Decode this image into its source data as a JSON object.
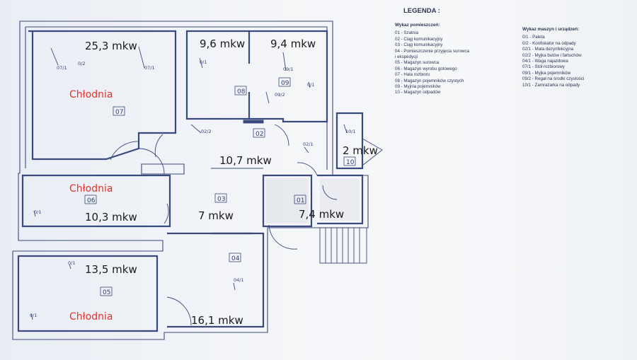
{
  "rooms": [
    {
      "id": "07",
      "area": "25,3 mkw",
      "label": "Chłodnia"
    },
    {
      "id": "08",
      "area": "9,6 mkw"
    },
    {
      "id": "09",
      "area": "9,4 mkw"
    },
    {
      "id": "02",
      "area": "10,7 mkw"
    },
    {
      "id": "10",
      "area": "2 mkw"
    },
    {
      "id": "06",
      "area": "10,3 mkw",
      "label": "Chłodnia"
    },
    {
      "id": "03",
      "area": "7 mkw"
    },
    {
      "id": "01",
      "area": "7,4 mkw"
    },
    {
      "id": "05",
      "area": "13,5 mkw",
      "label": "Chłodnia"
    },
    {
      "id": "04",
      "area": "16,1 mkw"
    }
  ],
  "equipment_tags": [
    "07/1",
    "0/2",
    "07/1",
    "0/1",
    "09/1",
    "09/2",
    "0/1",
    "02/2",
    "02/1",
    "10/1",
    "0/1",
    "0/1",
    "0/1",
    "04/1"
  ],
  "legend": {
    "title": "LEGENDA :",
    "rooms_header": "Wykaz pomieszczeń:",
    "rooms": [
      "01  -  Szatnia",
      "02  -  Ciąg komunikacyjny",
      "03  -  Ciąg komunikacyjny",
      "04  -  Pomieszczenie przyjęcia surowca",
      "          i ekspedycji",
      "05  -  Magazyn surowca",
      "06  -  Magazyn wyrobu gotowego",
      "07  -  Hala rozbioru",
      "08  -  Magazyn pojemników czystych",
      "09  -  Myjnia pojemników",
      "10  -  Magazyn odpadów"
    ],
    "equipment_header": "Wykaz maszyn i urządzeń:",
    "equipment": [
      "0/1  -  Paleta",
      "0/2  -  Konfiskator na odpady",
      "02/1  -  Mata dezynfekcyjna",
      "02/2  -  Myjka butów i fartuchów",
      "04/1  -  Waga najazdowa",
      "07/1  -  Stół rozbiorowy",
      "09/1  -  Myjka pojemników",
      "09/2  -  Regał na środki czystości",
      "10/1  -  Zamrażarka na odpady"
    ]
  },
  "colors": {
    "walls": "#3a4a7c",
    "label": "#e0332b",
    "text": "#1b1b1b"
  }
}
